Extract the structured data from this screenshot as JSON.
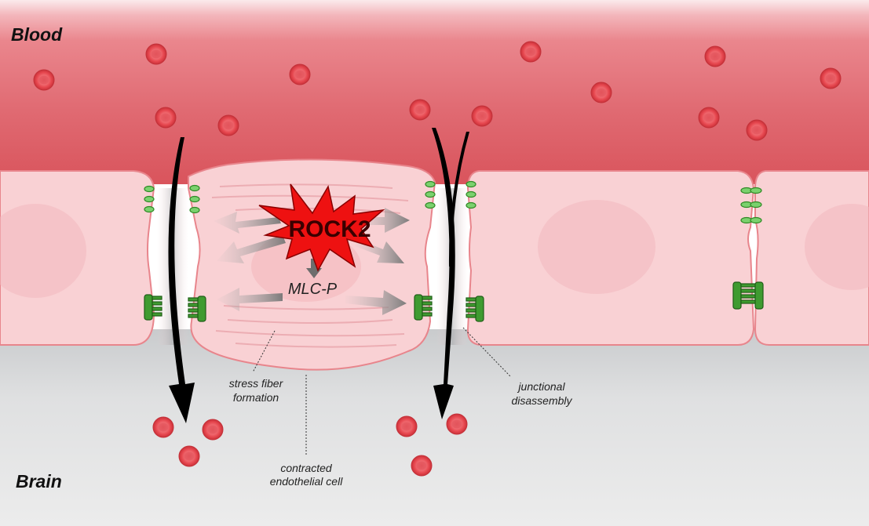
{
  "labels": {
    "blood": "Blood",
    "brain": "Brain",
    "rock2": "ROCK2",
    "mlc_p": "MLC-P",
    "stress_fiber_line1": "stress fiber",
    "stress_fiber_line2": "formation",
    "contracted_line1": "contracted",
    "contracted_line2": "endothelial cell",
    "junctional_line1": "junctional",
    "junctional_line2": "disassembly"
  },
  "colors": {
    "blood_dark": "#d9545c",
    "blood_light": "#fbeaec",
    "cell_fill": "#f9d1d4",
    "cell_stroke": "#e8858c",
    "nucleus": "#f3b8bd",
    "rbc": "#e0484f",
    "junction_green": "#43b536",
    "burst": "#ee1111",
    "brain_gray": "#d4d6d8"
  },
  "icons": [
    "red-blood-cell-icon",
    "tight-junction-icon",
    "adherens-junction-icon",
    "rock2-burst-icon",
    "migration-arrow-icon",
    "force-arrow-icon"
  ]
}
